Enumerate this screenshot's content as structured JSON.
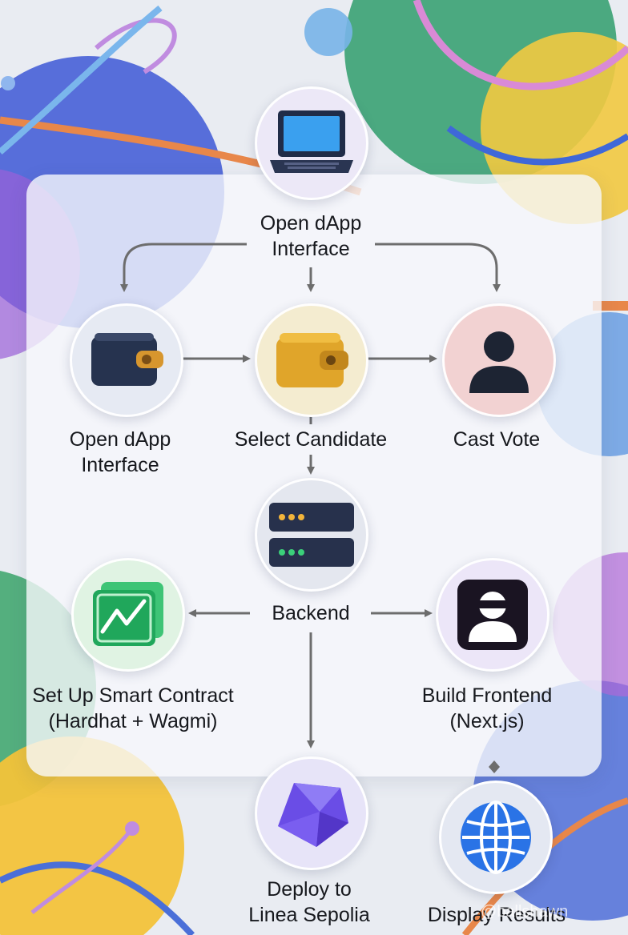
{
  "nodes": {
    "top": {
      "label": "Open dApp\nInterface",
      "icon": "laptop-icon"
    },
    "wallet": {
      "label": "Open dApp\nInterface",
      "icon": "wallet-icon"
    },
    "select": {
      "label": "Select Candidate",
      "icon": "wallet-gold-icon"
    },
    "vote": {
      "label": "Cast Vote",
      "icon": "user-icon"
    },
    "backend": {
      "label": "Backend",
      "icon": "server-icon"
    },
    "contract": {
      "label": "Set Up Smart Contract\n(Hardhat + Wagmi)",
      "icon": "chart-icon"
    },
    "frontend": {
      "label": "Build Frontend\n(Next.js)",
      "icon": "developer-icon"
    },
    "deploy": {
      "label": "Deploy to\nLinea Sepolia",
      "icon": "linea-crystal-icon"
    },
    "results": {
      "label": "Display Results",
      "icon": "globe-icon"
    }
  },
  "watermark": "@ballshawn",
  "colors": {
    "arrow": "#6d6d6d",
    "text": "#16181d",
    "panel": "#f6f7fb"
  }
}
